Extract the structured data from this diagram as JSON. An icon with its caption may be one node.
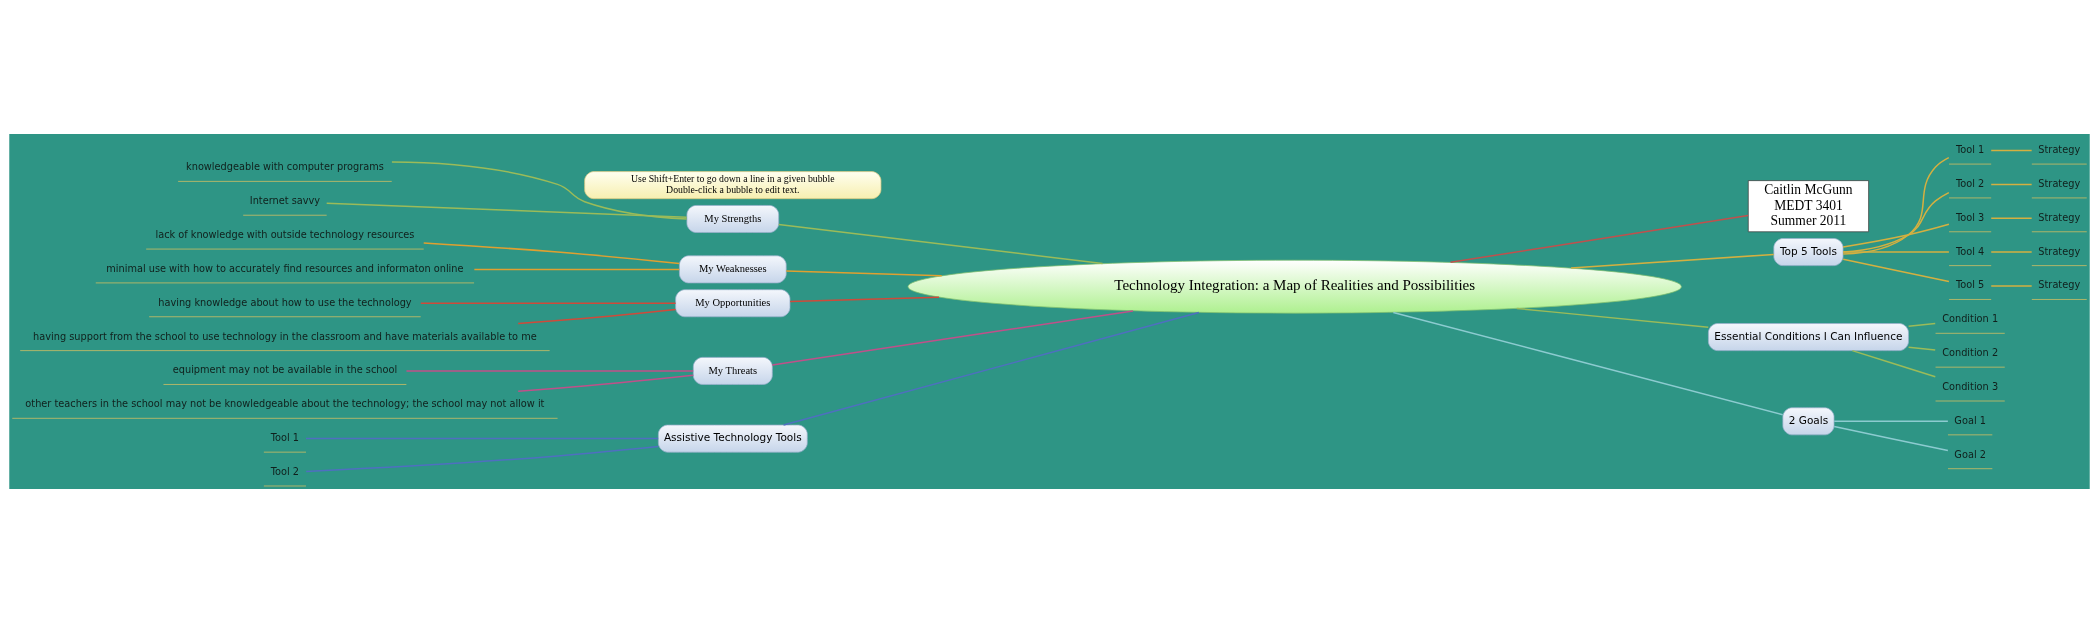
{
  "diagram": {
    "nodes": [
      {
        "text": [
          "Technology Integration: a Map of Realities and Possibilities"
        ]
      },
      {
        "text": [
          "Use Shift+Enter to go down a line in a given bubble",
          "Double-click a bubble to edit text."
        ]
      },
      {
        "text": [
          "Caitlin McGunn MEDT 3401 Summer 2011"
        ]
      },
      {
        "text": [
          "My Strengths"
        ]
      },
      {
        "text": [
          "knowledgeable with computer programs"
        ]
      },
      {
        "text": [
          "Internet savvy"
        ]
      },
      {
        "text": [
          "My Weaknesses"
        ]
      },
      {
        "text": [
          "lack of knowledge with outside technology resources"
        ]
      },
      {
        "text": [
          "minimal use with how to accurately find resources and informaton online"
        ]
      },
      {
        "text": [
          "My Opportunities"
        ]
      },
      {
        "text": [
          "having knowledge about how to use the technology"
        ]
      },
      {
        "text": [
          "having support from the school to use technology in the classroom and have materials available to me"
        ]
      },
      {
        "text": [
          "My Threats"
        ]
      },
      {
        "text": [
          "equipment may not be available in the school"
        ]
      },
      {
        "text": [
          "other teachers in the school may not be knowledgeable about the technology; the school may not allow it"
        ]
      },
      {
        "text": [
          "Assistive Technology Tools"
        ]
      },
      {
        "text": [
          "Tool 1"
        ]
      },
      {
        "text": [
          "Tool 2"
        ]
      },
      {
        "text": [
          "Top 5 Tools"
        ]
      },
      {
        "text": [
          "Tool 1"
        ]
      },
      {
        "text": [
          "Strategy"
        ]
      },
      {
        "text": [
          "Tool 2"
        ]
      },
      {
        "text": [
          "Strategy"
        ]
      },
      {
        "text": [
          "Tool 3"
        ]
      },
      {
        "text": [
          "Strategy"
        ]
      },
      {
        "text": [
          "Tool 4"
        ]
      },
      {
        "text": [
          "Strategy"
        ]
      },
      {
        "text": [
          "Tool 5"
        ]
      },
      {
        "text": [
          "Strategy"
        ]
      },
      {
        "text": [
          "Essential Conditions I Can Influence"
        ]
      },
      {
        "text": [
          "Condition 1"
        ]
      },
      {
        "text": [
          "Condition 2"
        ]
      },
      {
        "text": [
          "Condition 3"
        ]
      },
      {
        "text": [
          "2 Goals"
        ]
      },
      {
        "text": [
          "Goal 1"
        ]
      },
      {
        "text": [
          "Goal 2"
        ]
      }
    ],
    "edges": [
      {
        "from": 0,
        "to": 2,
        "arrow": "none",
        "color": "#c0504d"
      },
      {
        "from": 0,
        "to": 3,
        "arrow": "none",
        "color": "#9bbb59"
      },
      {
        "from": 3,
        "to": 4,
        "arrow": "none",
        "color": "#9bbb59"
      },
      {
        "from": 3,
        "to": 5,
        "arrow": "none",
        "color": "#9bbb59"
      },
      {
        "from": 0,
        "to": 6,
        "arrow": "none",
        "color": "#e0a030"
      },
      {
        "from": 6,
        "to": 7,
        "arrow": "none",
        "color": "#e0a030"
      },
      {
        "from": 6,
        "to": 8,
        "arrow": "none",
        "color": "#e0a030"
      },
      {
        "from": 0,
        "to": 9,
        "arrow": "none",
        "color": "#d04a3a"
      },
      {
        "from": 9,
        "to": 10,
        "arrow": "none",
        "color": "#d04a3a"
      },
      {
        "from": 9,
        "to": 11,
        "arrow": "none",
        "color": "#d04a3a"
      },
      {
        "from": 0,
        "to": 12,
        "arrow": "none",
        "color": "#c0508a"
      },
      {
        "from": 12,
        "to": 13,
        "arrow": "none",
        "color": "#c0508a"
      },
      {
        "from": 12,
        "to": 14,
        "arrow": "none",
        "color": "#c0508a"
      },
      {
        "from": 0,
        "to": 15,
        "arrow": "none",
        "color": "#4f6fc0"
      },
      {
        "from": 15,
        "to": 16,
        "arrow": "none",
        "color": "#4f6fc0"
      },
      {
        "from": 15,
        "to": 17,
        "arrow": "none",
        "color": "#4f6fc0"
      },
      {
        "from": 0,
        "to": 18,
        "arrow": "none",
        "color": "#d4b040"
      },
      {
        "from": 18,
        "to": 19,
        "arrow": "none",
        "color": "#d4b040"
      },
      {
        "from": 19,
        "to": 20,
        "arrow": "none",
        "color": "#d4b040"
      },
      {
        "from": 18,
        "to": 21,
        "arrow": "none",
        "color": "#d4b040"
      },
      {
        "from": 21,
        "to": 22,
        "arrow": "none",
        "color": "#d4b040"
      },
      {
        "from": 18,
        "to": 23,
        "arrow": "none",
        "color": "#d4b040"
      },
      {
        "from": 23,
        "to": 24,
        "arrow": "none",
        "color": "#d4b040"
      },
      {
        "from": 18,
        "to": 25,
        "arrow": "none",
        "color": "#d4b040"
      },
      {
        "from": 25,
        "to": 26,
        "arrow": "none",
        "color": "#d4b040"
      },
      {
        "from": 18,
        "to": 27,
        "arrow": "none",
        "color": "#d4b040"
      },
      {
        "from": 27,
        "to": 28,
        "arrow": "none",
        "color": "#d4b040"
      },
      {
        "from": 0,
        "to": 29,
        "arrow": "none",
        "color": "#9bbb59"
      },
      {
        "from": 29,
        "to": 30,
        "arrow": "none",
        "color": "#9bbb59"
      },
      {
        "from": 29,
        "to": 31,
        "arrow": "none",
        "color": "#9bbb59"
      },
      {
        "from": 29,
        "to": 32,
        "arrow": "none",
        "color": "#9bbb59"
      },
      {
        "from": 0,
        "to": 33,
        "arrow": "none",
        "color": "#8ccbd0"
      },
      {
        "from": 33,
        "to": 34,
        "arrow": "none",
        "color": "#8ccbd0"
      },
      {
        "from": 33,
        "to": 35,
        "arrow": "none",
        "color": "#8ccbd0"
      }
    ]
  }
}
